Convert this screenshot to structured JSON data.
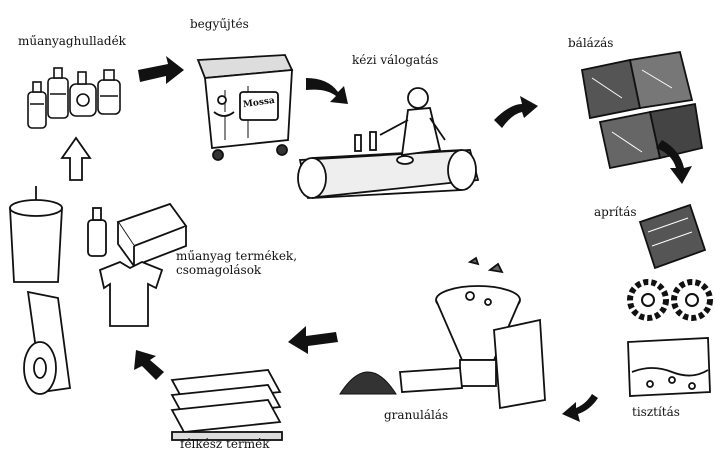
{
  "diagram": {
    "steps": {
      "plastic_waste": "műanyaghulladék",
      "collection": "begyűjtés",
      "manual_sorting": "kézi válogatás",
      "baling": "bálázás",
      "shredding": "aprítás",
      "cleaning": "tisztítás",
      "granulation": "granulálás",
      "semi_finished": "félkész termék",
      "products": "műanyag termékek,\ncsomagolások"
    },
    "bin_logo": "Mossa"
  }
}
